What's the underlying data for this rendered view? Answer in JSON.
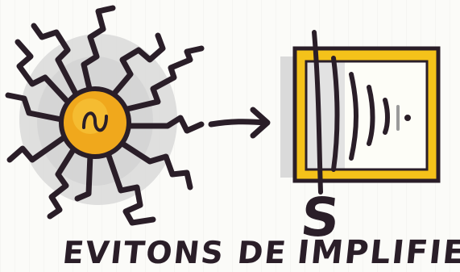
{
  "caption": {
    "word1": "EVITONS",
    "word2": "DE",
    "word3_initial": "S",
    "word3_rest": "IMPLIFIER"
  },
  "colors": {
    "ink": "#2a1e28",
    "yellow": "#f4c21a",
    "sun_orange": "#f0a81c",
    "gray_wash": "#d6d6d6",
    "paper": "#fbfbf8"
  },
  "icons": {
    "left": "complex-sun-icon",
    "middle": "arrow-right-icon",
    "right": "simplified-frame-icon"
  }
}
